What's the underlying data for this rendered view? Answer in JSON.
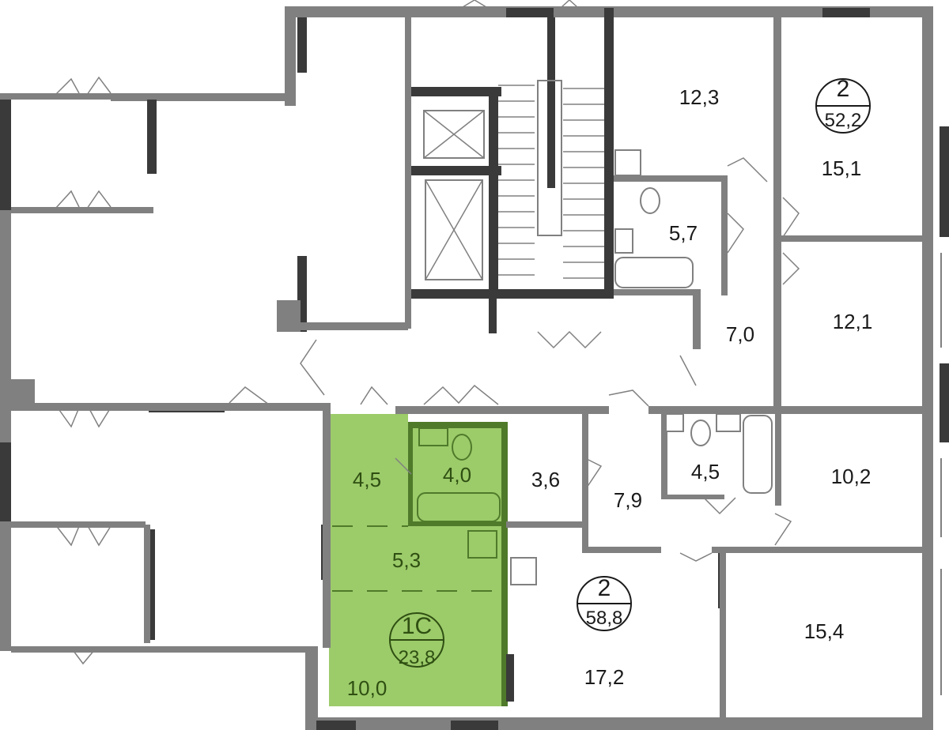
{
  "rooms": {
    "r_12_3": "12,3",
    "r_15_1": "15,1",
    "r_5_7": "5,7",
    "r_7_0": "7,0",
    "r_12_1": "12,1",
    "r_4_5_left": "4,5",
    "r_4_0": "4,0",
    "r_3_6": "3,6",
    "r_7_9": "7,9",
    "r_4_5_right": "4,5",
    "r_10_2": "10,2",
    "r_5_3": "5,3",
    "r_10_0": "10,0",
    "r_17_2": "17,2",
    "r_15_4": "15,4"
  },
  "apartments": [
    {
      "rooms": "2",
      "area": "52,2"
    },
    {
      "rooms": "2",
      "area": "58,8"
    },
    {
      "rooms": "1С",
      "area": "23,8"
    }
  ],
  "colors": {
    "highlight": "#9ccb6a",
    "wall": "#808080",
    "wall_dark": "#3a3a3a"
  }
}
